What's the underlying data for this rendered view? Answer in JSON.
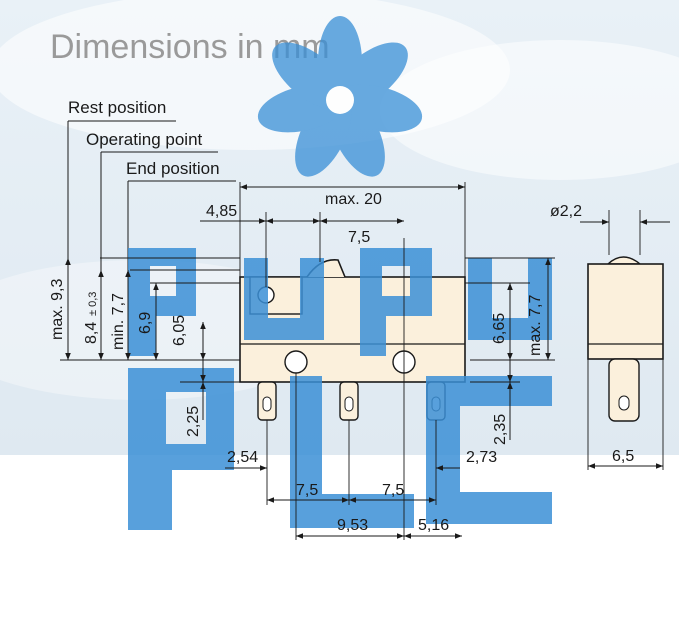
{
  "title": "Dimensions in mm",
  "positions": {
    "rest": "Rest position",
    "operating": "Operating point",
    "end": "End position"
  },
  "dims": {
    "max_width": "max. 20",
    "d_4_85": "4,85",
    "d_7_5_top": "7,5",
    "pin_diameter": "ø2,2",
    "max_9_3": "max. 9,3",
    "d_8_4": "8,4",
    "d_8_4_tol": "± 0,3",
    "min_7_7": "min. 7,7",
    "d_6_9": "6,9",
    "d_6_05": "6,05",
    "d_6_65": "6,65",
    "max_7_7": "max. 7,7",
    "d_2_25": "2,25",
    "d_2_35": "2,35",
    "d_2_54": "2,54",
    "d_2_73": "2,73",
    "d_7_5_left": "7,5",
    "d_7_5_right": "7,5",
    "d_9_53": "9,53",
    "d_5_16": "5,16",
    "d_6_5": "6,5"
  },
  "watermark": {
    "letters": [
      "P",
      "U",
      "P",
      "U",
      "P",
      "L",
      "C"
    ],
    "color": "#3a8fd6"
  },
  "colors": {
    "body": "#fbf0dc",
    "line": "#1a1a1a",
    "title": "#9a9a9a"
  }
}
